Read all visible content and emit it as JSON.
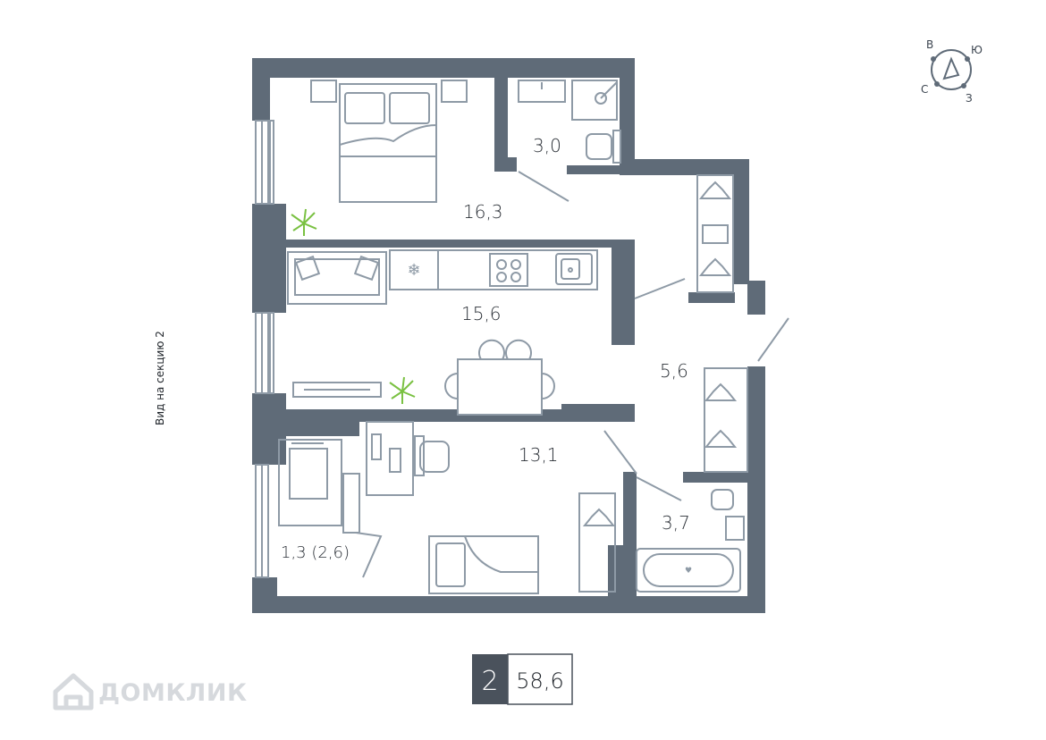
{
  "colors": {
    "wall": "#5f6b78",
    "furniture": "#8e9aa6",
    "plant": "#7ac142",
    "badge_dark": "#4a525c",
    "watermark": "#d6d9dd"
  },
  "rooms": [
    {
      "id": "bedroom",
      "label": "16,3"
    },
    {
      "id": "wc",
      "label": "3,0"
    },
    {
      "id": "kitchen-living",
      "label": "15,6"
    },
    {
      "id": "hall",
      "label": "5,6"
    },
    {
      "id": "room2",
      "label": "13,1"
    },
    {
      "id": "bathroom",
      "label": "3,7"
    },
    {
      "id": "loggia",
      "label": "1,3 (2,6)"
    }
  ],
  "compass": {
    "north": "С",
    "east": "В",
    "south": "Ю",
    "west": "З",
    "icon": "compass-icon"
  },
  "side_note": "Вид на секцию 2",
  "badge": {
    "rooms": "2",
    "area": "58,6"
  },
  "watermark": {
    "text": "ДОМКЛИК",
    "icon": "house-logo-icon"
  }
}
